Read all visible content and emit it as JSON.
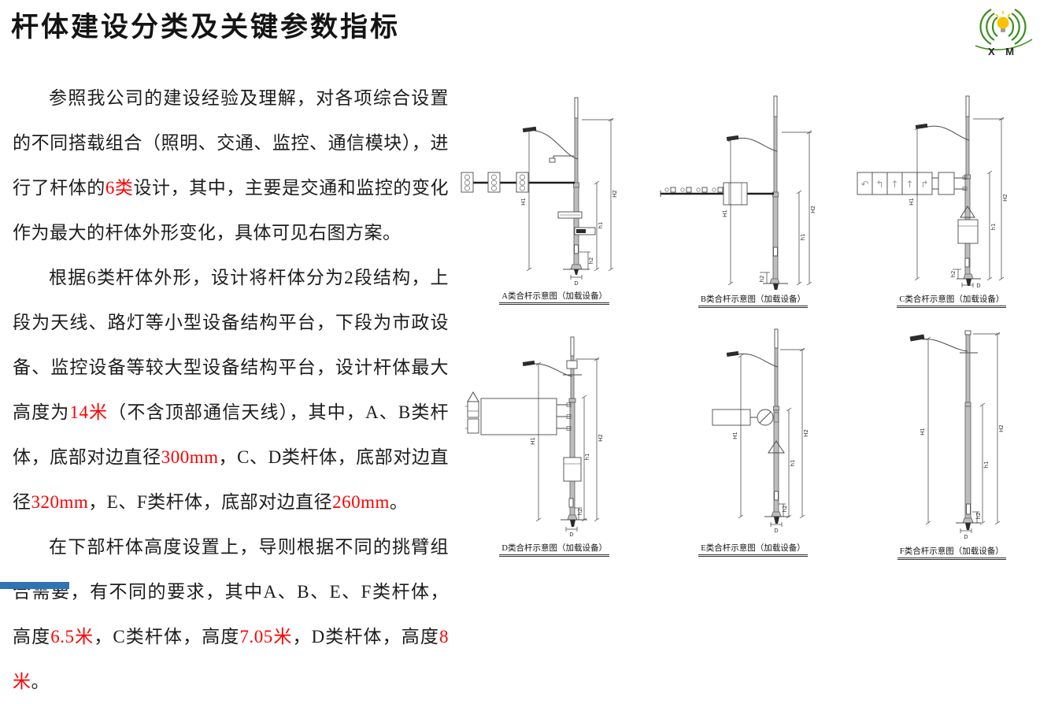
{
  "slide": {
    "title": "杆体建设分类及关键参数指标",
    "background_color": "#FFFFFF",
    "accent_red": "#FF0000",
    "footer_bar_color": "#2E74B5"
  },
  "logo": {
    "label": "X M",
    "icon": "lightbulb-with-green-signal-arcs",
    "arc_color": "#3B8F1E",
    "bulb_color": "#FFC000"
  },
  "body_text": {
    "paragraphs": [
      {
        "segments": [
          {
            "text": "参照我公司的建设经验及理解，对各项综合设置的不同搭载组合（照明、交通、监控、通信模块），进行了杆体的",
            "red": false
          },
          {
            "text": "6类",
            "red": true
          },
          {
            "text": "设计，其中，主要是交通和监控的变化作为最大的杆体外形变化，具体可见右图方案。",
            "red": false
          }
        ]
      },
      {
        "segments": [
          {
            "text": "根据6类杆体外形，设计将杆体分为2段结构，上段为天线、路灯等小型设备结构平台，下段为市政设备、监控设备等较大型设备结构平台，设计杆体最大高度为",
            "red": false
          },
          {
            "text": "14米",
            "red": true
          },
          {
            "text": "（不含顶部通信天线），其中，A、B类杆体，底部对边直径",
            "red": false
          },
          {
            "text": "300mm",
            "red": true
          },
          {
            "text": "，C、D类杆体，底部对边直径",
            "red": false
          },
          {
            "text": "320mm",
            "red": true
          },
          {
            "text": "，E、F类杆体，底部对边直径",
            "red": false
          },
          {
            "text": "260mm",
            "red": true
          },
          {
            "text": "。",
            "red": false
          }
        ]
      },
      {
        "segments": [
          {
            "text": "在下部杆体高度设置上，导则根据不同的挑臂组合需要，有不同的要求，其中A、B、E、F类杆体，高度",
            "red": false
          },
          {
            "text": "6.5米",
            "red": true
          },
          {
            "text": "，C类杆体，高度",
            "red": false
          },
          {
            "text": "7.05米",
            "red": true
          },
          {
            "text": "，D类杆体，高度",
            "red": false
          },
          {
            "text": "8米",
            "red": true
          },
          {
            "text": "。",
            "red": false
          }
        ]
      }
    ]
  },
  "diagrams": [
    {
      "id": "A",
      "caption": "A类合杆示意图（加载设备）"
    },
    {
      "id": "B",
      "caption": "B类合杆示意图（加载设备）"
    },
    {
      "id": "C",
      "caption": "C类合杆示意图（加载设备）"
    },
    {
      "id": "D",
      "caption": "D类合杆示意图（加载设备）"
    },
    {
      "id": "E",
      "caption": "E类合杆示意图（加载设备）"
    },
    {
      "id": "F",
      "caption": "F类合杆示意图（加载设备）"
    }
  ],
  "dims": {
    "H1": "H1",
    "H2": "H2",
    "h1": "h1",
    "h2": "h2",
    "D": "D"
  },
  "lane_arrows": [
    "↶",
    "↰",
    "↑",
    "↑",
    "↱"
  ]
}
